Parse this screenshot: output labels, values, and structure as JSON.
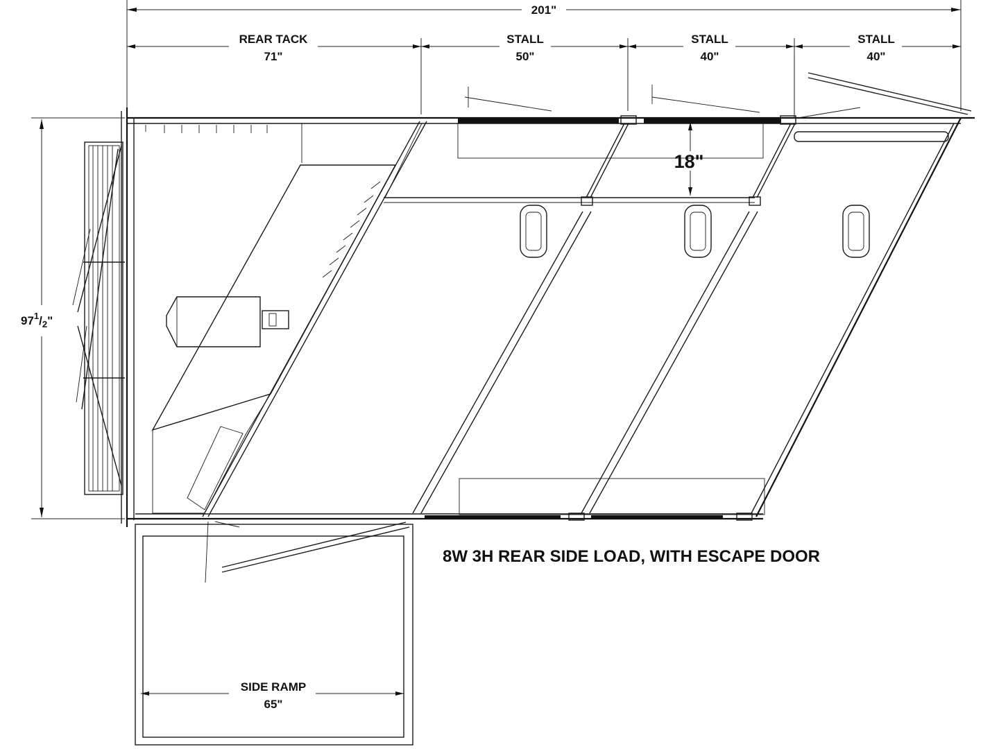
{
  "dimensions": {
    "overall_length": "201\"",
    "rear_tack_label": "REAR TACK",
    "rear_tack_value": "71\"",
    "stall1_label": "STALL",
    "stall1_value": "50\"",
    "stall2_label": "STALL",
    "stall2_value": "40\"",
    "stall3_label": "STALL",
    "stall3_value": "40\"",
    "width_whole": "97",
    "width_num": "1",
    "width_den": "2",
    "width_unit": "\"",
    "gap": "18\"",
    "side_ramp_label": "SIDE RAMP",
    "side_ramp_value": "65\""
  },
  "caption": "8W 3H REAR SIDE LOAD, WITH ESCAPE DOOR"
}
